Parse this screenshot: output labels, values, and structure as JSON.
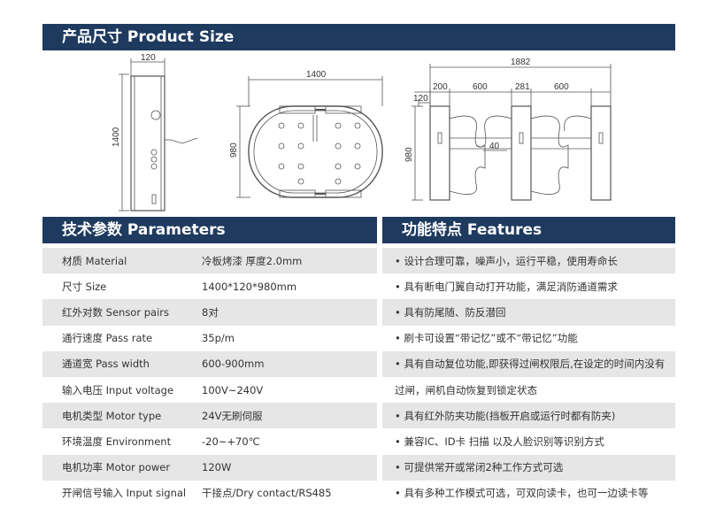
{
  "sections": {
    "product_size": "产品尺寸 Product Size",
    "parameters": "技术参数 Parameters",
    "features": "功能特点 Features"
  },
  "drawings": {
    "side": {
      "width": "120",
      "height": "1400"
    },
    "top": {
      "width": "1400",
      "height": "980"
    },
    "front": {
      "total": "1882",
      "segments": [
        "200",
        "600",
        "281",
        "600"
      ],
      "left_margin": "120",
      "center": "40",
      "height": "980"
    }
  },
  "parameters": [
    {
      "key": "材质 Material",
      "value": "冷板烤漆 厚度2.0mm"
    },
    {
      "key": "尺寸 Size",
      "value": "1400*120*980mm"
    },
    {
      "key": "红外对数 Sensor pairs",
      "value": "8对"
    },
    {
      "key": "通行速度 Pass rate",
      "value": "35p/m"
    },
    {
      "key": "通道宽 Pass width",
      "value": "600-900mm"
    },
    {
      "key": "输入电压 Input voltage",
      "value": "100V~240V"
    },
    {
      "key": "电机类型 Motor type",
      "value": "24V无刷伺服"
    },
    {
      "key": "环境温度 Environment",
      "value": "-20~+70℃"
    },
    {
      "key": "电机功率 Motor power",
      "value": "120W"
    },
    {
      "key": "开闸信号输入 Input signal",
      "value": "干接点/Dry contact/RS485"
    }
  ],
  "features": [
    "• 设计合理可靠，噪声小，运行平稳，使用寿命长",
    "• 具有断电门翼自动打开功能，满足消防通道需求",
    "• 具有防尾随、防反潜回",
    "• 刷卡可设置“带记忆”或不“带记忆”功能",
    "• 具有自动复位功能,即获得过闸权限后,在设定的时间内没有",
    "过闸，闸机自动恢复到锁定状态",
    "• 具有红外防夹功能(挡板开启或运行时都有防夹)",
    "• 兼容IC、ID卡 扫描 以及人脸识别等识别方式",
    "• 可提供常开或常闭2种工作方式可选",
    "• 具有多种工作模式可选，可双向读卡，也可一边读卡等"
  ]
}
